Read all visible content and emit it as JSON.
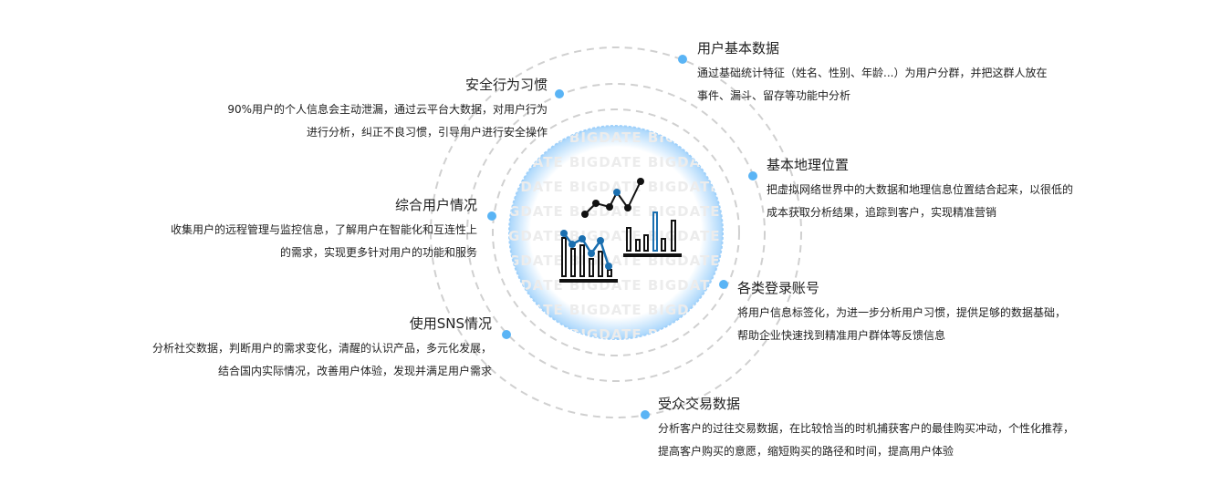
{
  "center": {
    "watermark": "BIGDATE BIGDATE BIGDATE BIGDATE",
    "accent": "#5ab4f5",
    "chart_icon_color": "#1a6fb0"
  },
  "items": [
    {
      "title": "用户基本数据",
      "lines": [
        "通过基础统计特征（姓名、性别、年龄...）为用户分群，并把这群人放在",
        "事件、漏斗、留存等功能中分析"
      ]
    },
    {
      "title": "安全行为习惯",
      "lines": [
        "90%用户的个人信息会主动泄漏，通过云平台大数据，对用户行为",
        "进行分析，纠正不良习惯，引导用户进行安全操作"
      ]
    },
    {
      "title": "基本地理位置",
      "lines": [
        "把虚拟网络世界中的大数据和地理信息位置结合起来，以很低的",
        "成本获取分析结果，追踪到客户，实现精准营销"
      ]
    },
    {
      "title": "综合用户情况",
      "lines": [
        "收集用户的远程管理与监控信息，了解用户在智能化和互连性上",
        "的需求，实现更多针对用户的功能和服务"
      ]
    },
    {
      "title": "各类登录账号",
      "lines": [
        "将用户信息标签化，为进一步分析用户习惯，提供足够的数据基础，",
        "帮助企业快速找到精准用户群体等反馈信息"
      ]
    },
    {
      "title": "使用SNS情况",
      "lines": [
        "分析社交数据，判断用户的需求变化，清醒的认识产品，多元化发展，",
        "结合国内实际情况，改善用户体验，发现并满足用户需求"
      ]
    },
    {
      "title": "受众交易数据",
      "lines": [
        "分析客户的过往交易数据，在比较恰当的时机捕获客户的最佳购买冲动，个性化推荐，",
        "提高客户购买的意愿，缩短购买的路径和时间，提高用户体验"
      ]
    }
  ]
}
